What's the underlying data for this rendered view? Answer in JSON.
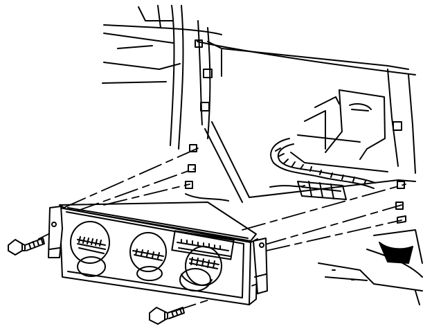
{
  "diagram": {
    "kind": "line-art",
    "colors": {
      "ink": "#000000",
      "paper": "#ffffff"
    },
    "parts": [
      "instrument-panel-opening",
      "hvac-control-assembly",
      "temperature-knob",
      "fan-knob",
      "mode-knob",
      "mounting-bracket-left",
      "mounting-bracket-right",
      "mounting-screw-left",
      "mounting-screw-right",
      "wiring-harness",
      "electrical-connector",
      "support-bracket",
      "alignment-guide-lines"
    ]
  }
}
